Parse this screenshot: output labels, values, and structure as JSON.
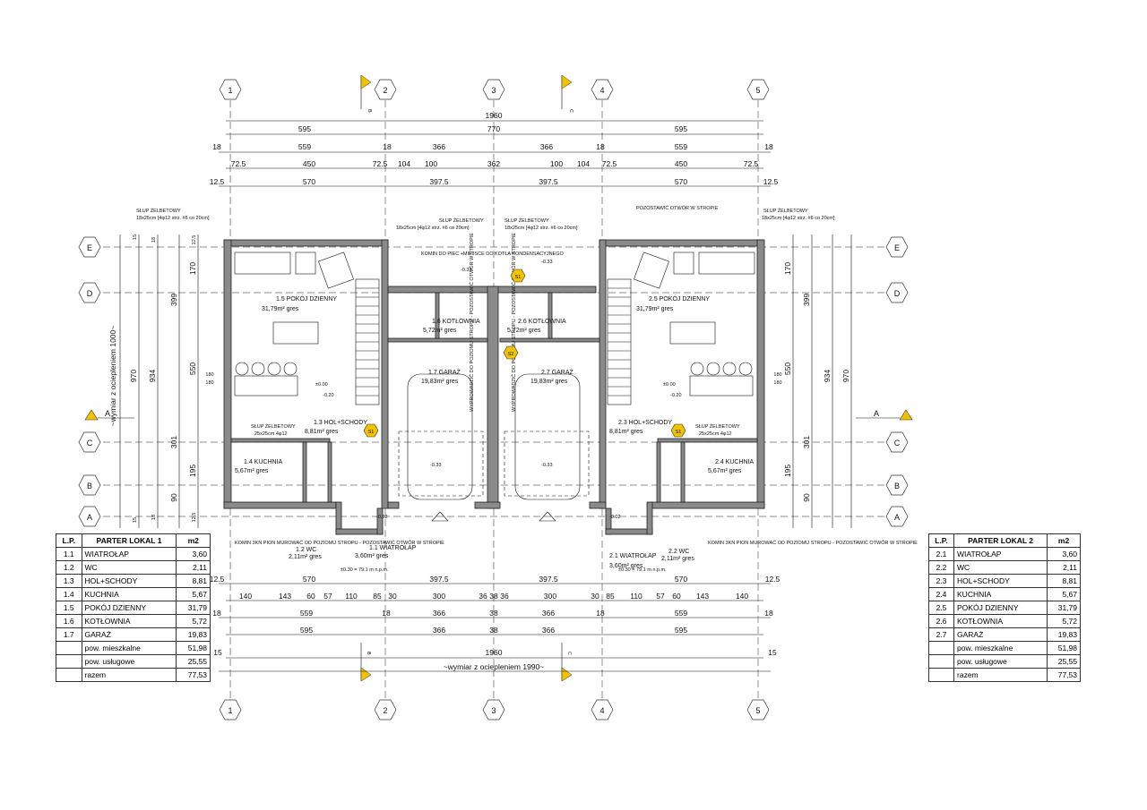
{
  "axes_columns": [
    "1",
    "2",
    "3",
    "4",
    "5"
  ],
  "axes_rows": [
    "E",
    "D",
    "C",
    "B",
    "A"
  ],
  "section_marks": {
    "b": "B",
    "c": "C",
    "a": "A"
  },
  "dims_top": {
    "total": "1960",
    "row2": [
      "595",
      "770",
      "595"
    ],
    "row3": [
      "18",
      "559",
      "18",
      "366",
      "366",
      "18",
      "559",
      "18"
    ],
    "row4": [
      "72.5",
      "450",
      "72.5",
      "104",
      "100",
      "362",
      "100",
      "104",
      "72.5",
      "450",
      "72.5"
    ],
    "row5": [
      "12.5",
      "570",
      "397.5",
      "397.5",
      "570",
      "12.5"
    ]
  },
  "dims_bottom": {
    "row1": [
      "12.5",
      "570",
      "397.5",
      "397.5",
      "570",
      "12.5"
    ],
    "row2": [
      "140",
      "143",
      "60",
      "57",
      "110",
      "85",
      "30",
      "300",
      "36",
      "38",
      "36",
      "300",
      "30",
      "85",
      "110",
      "57",
      "60",
      "143",
      "140"
    ],
    "row3": [
      "18",
      "559",
      "18",
      "366",
      "38",
      "366",
      "18",
      "559",
      "18"
    ],
    "row4": [
      "595",
      "366",
      "38",
      "366",
      "595"
    ],
    "total": "1960",
    "outer": "15",
    "insulated": "~wymiar z ociepleniem 1990~"
  },
  "dims_side": {
    "insulated": "~wymiar z ociepleniem 1000~",
    "v1": "970",
    "v2": "934",
    "segments": [
      "15",
      "18",
      "12.5",
      "170",
      "399",
      "550",
      "301",
      "195",
      "90",
      "12.5",
      "18",
      "15"
    ],
    "inner": [
      "180",
      "180"
    ]
  },
  "annotations": {
    "slup_left": "SŁUP ŻELBETOWY",
    "slup_left_spec": "18x25cm [4φ12 strz. #6 co 20cm]",
    "slup_mid": "SŁUP ŻELBETOWY",
    "slup_mid_spec": "18x25cm [4φ12 strz. #6 co 20cm]",
    "otwor": "POZOSTAWIĆ OTWÓR W STROPIE",
    "komin": "KOMIN DO PIEC +MIEJSCE DO KOTŁA KONDENSACYJNEGO",
    "komin_left": "KOMIN 3KN PION MUROWAĆ OD POZIOMU STROPU - POZOSTAWIĆ OTWÓR W STROPIE",
    "slup_small": "SŁUP ŻELBETOWY",
    "slup_small_spec": "25x25cm 4φ12",
    "wyprowadzenie": "WYPROWADZIĆ DO POZIOMU STROPU - POZOSTAWIĆ OTWÓR W STROPIE",
    "level_0": "±0.00",
    "level_m33": "-0.33",
    "level_m20": "-0.20",
    "level_m02": "-0.02",
    "level_npm_l": "±0.30 = 79.1 m n.p.m.",
    "level_npm_r": "±0.30 = 79.1 m n.p.m.",
    "s1": "S1",
    "s2": "S2"
  },
  "rooms_left": {
    "r15": "1.5 POKÓJ DZIENNY",
    "r15a": "31,79m² gres",
    "r16": "1.6 KOTŁOWNIA",
    "r16a": "5,72m² gres",
    "r17": "1.7 GARAŻ",
    "r17a": "19,83m² gres",
    "r13": "1.3 HOL+SCHODY",
    "r13a": "8,81m² gres",
    "r14": "1.4 KUCHNIA",
    "r14a": "5,67m² gres",
    "r12": "1.2 WC",
    "r12a": "2,11m² gres",
    "r11": "1.1 WIATROŁAP",
    "r11a": "3,60m² gres"
  },
  "rooms_right": {
    "r25": "2.5 POKÓJ DZIENNY",
    "r25a": "31,79m² gres",
    "r26": "2.6 KOTŁOWNIA",
    "r26a": "5,72m² gres",
    "r27": "2.7 GARAŻ",
    "r27a": "19,83m² gres",
    "r23": "2.3 HOL+SCHODY",
    "r23a": "8,81m² gres",
    "r24": "2.4 KUCHNIA",
    "r24a": "5,67m² gres",
    "r22": "2.2 WC",
    "r22a": "2,11m² gres",
    "r21": "2.1 WIATROŁAP",
    "r21a": "3,60m² gres"
  },
  "table1": {
    "headers": [
      "L.P.",
      "PARTER LOKAL 1",
      "m2"
    ],
    "rows": [
      [
        "1.1",
        "WIATROŁAP",
        "3,60"
      ],
      [
        "1.2",
        "WC",
        "2,11"
      ],
      [
        "1.3",
        "HOL+SCHODY",
        "8,81"
      ],
      [
        "1.4",
        "KUCHNIA",
        "5,67"
      ],
      [
        "1.5",
        "POKÓJ DZIENNY",
        "31,79"
      ],
      [
        "1.6",
        "KOTŁOWNIA",
        "5,72"
      ],
      [
        "1.7",
        "GARAŻ",
        "19,83"
      ]
    ],
    "summary": [
      [
        "pow. mieszkalne",
        "51,98"
      ],
      [
        "pow. usługowe",
        "25,55"
      ],
      [
        "razem",
        "77,53"
      ]
    ]
  },
  "table2": {
    "headers": [
      "L.P.",
      "PARTER LOKAL 2",
      "m2"
    ],
    "rows": [
      [
        "2.1",
        "WIATROŁAP",
        "3,60"
      ],
      [
        "2.2",
        "WC",
        "2,11"
      ],
      [
        "2.3",
        "HOL+SCHODY",
        "8,81"
      ],
      [
        "2.4",
        "KUCHNIA",
        "5,67"
      ],
      [
        "2.5",
        "POKÓJ DZIENNY",
        "31,79"
      ],
      [
        "2.6",
        "KOTŁOWNIA",
        "5,72"
      ],
      [
        "2.7",
        "GARAŻ",
        "19,83"
      ]
    ],
    "summary": [
      [
        "pow. mieszkalne",
        "51,98"
      ],
      [
        "pow. usługowe",
        "25,55"
      ],
      [
        "razem",
        "77,53"
      ]
    ]
  }
}
